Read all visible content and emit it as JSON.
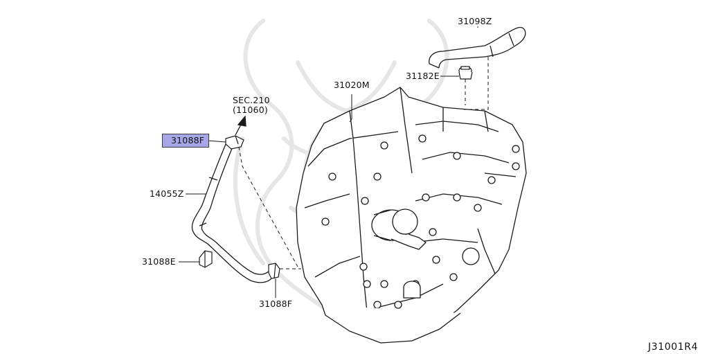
{
  "labels": {
    "part_31098z": "31098Z",
    "part_31182e": "31182E",
    "part_31020m": "31020M",
    "section_ref_line1": "SEC.210",
    "section_ref_line2": "(11060)",
    "part_31088f_top": "31088F",
    "part_14055z": "14055Z",
    "part_31088e": "31088E",
    "part_31088f_bottom": "31088F",
    "diagram_code": "J31001R4"
  },
  "colors": {
    "highlight": "#a6a6e8",
    "line": "#1a1a1a",
    "watermark": "#e6e6e6"
  }
}
